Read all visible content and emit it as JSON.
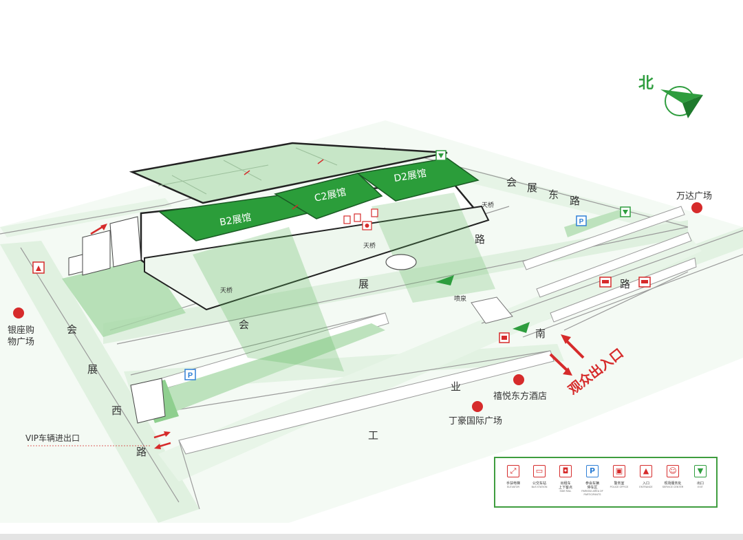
{
  "compass": {
    "label": "北"
  },
  "halls": [
    {
      "id": "b2",
      "label": "B2展馆"
    },
    {
      "id": "c2",
      "label": "C2展馆"
    },
    {
      "id": "d2",
      "label": "D2展馆"
    }
  ],
  "roads": {
    "north": [
      "会",
      "展",
      "东",
      "路"
    ],
    "west": [
      "会",
      "展",
      "西",
      "路"
    ],
    "middle": [
      "会",
      "展",
      "路"
    ],
    "south": [
      "南",
      "路"
    ],
    "gongye": [
      "工",
      "业"
    ]
  },
  "features": {
    "skybridge": "天桥",
    "fountain": "喷泉"
  },
  "landmarks": {
    "wanda": "万达广场",
    "yinzuo": "银座购\n物广场",
    "xiyue": "禧悦东方酒店",
    "dinghao": "丁豪国际广场"
  },
  "entrances": {
    "vip": "VIP车辆进出口",
    "visitor": "观众出入口"
  },
  "legend": [
    {
      "icon_name": "escalator-icon",
      "symbol": "⤢",
      "tone": "red",
      "cn": "手扶电梯",
      "en": "ELEVATOR"
    },
    {
      "icon_name": "bus-station-icon",
      "symbol": "▭",
      "tone": "red",
      "cn": "公交车站",
      "en": "BUS STATION"
    },
    {
      "icon_name": "taxi-icon",
      "symbol": "◘",
      "tone": "red",
      "cn": "出租车\n上下客点",
      "en": "SIDE RAIL"
    },
    {
      "icon_name": "parking-icon",
      "symbol": "P",
      "tone": "blue",
      "cn": "参会车辆\n停车区",
      "en": "PARKING AREA OF PARTICIPANTS"
    },
    {
      "icon_name": "police-icon",
      "symbol": "▣",
      "tone": "red",
      "cn": "警务室",
      "en": "POLICE OFFICE"
    },
    {
      "icon_name": "entrance-icon",
      "symbol": "▲",
      "tone": "red",
      "cn": "入口",
      "en": "ENTRANCE"
    },
    {
      "icon_name": "service-center-icon",
      "symbol": "☺",
      "tone": "red",
      "cn": "现场服务处",
      "en": "SERVICE CENTER"
    },
    {
      "icon_name": "exit-icon",
      "symbol": "▼",
      "tone": "green",
      "cn": "出口",
      "en": "EXIT"
    }
  ],
  "colors": {
    "hall_green": "#2b9d3a",
    "light_green": "#dcefdc",
    "road_green": "#eaf5ea",
    "accent_red": "#d62b2b",
    "arrow_green": "#2e9d3e"
  }
}
